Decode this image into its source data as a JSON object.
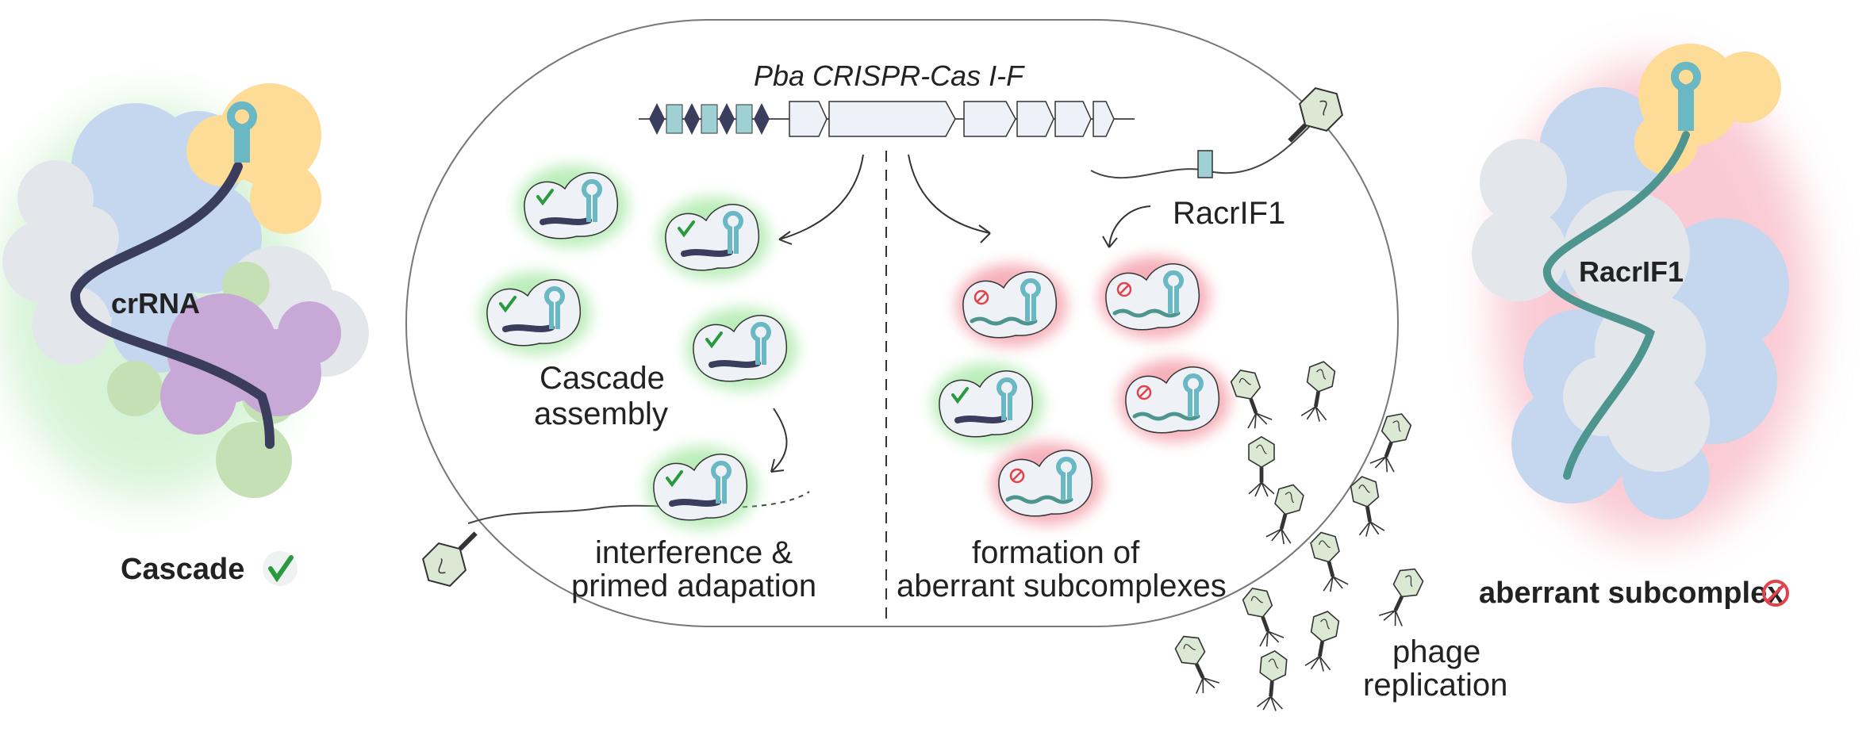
{
  "operon": {
    "title": "Pba CRISPR-Cas I-F"
  },
  "labels": {
    "racr_gene": "RacrIF1",
    "cascade_assembly": [
      "Cascade",
      "assembly"
    ],
    "interference": [
      "interference &",
      "primed adapation"
    ],
    "aberrant_formation": [
      "formation of",
      "aberrant subcomplexes"
    ],
    "phage_replication": [
      "phage",
      "replication"
    ]
  },
  "left_complex": {
    "rna_label": "crRNA",
    "caption": "Cascade"
  },
  "right_complex": {
    "protein_label": "RacrIF1",
    "caption": "aberrant subcomplex"
  },
  "colors": {
    "cas_blue": "#c4d7ef",
    "cas_grey": "#e3e7ec",
    "cas_yellow": "#fddc97",
    "cas_purple": "#c8a8d6",
    "cas_green": "#c6e0b6",
    "crRNA_dark": "#3b3d5c",
    "crRNA_teal": "#4e9590",
    "hairpin": "#6bb8c5",
    "check_green": "#2a9a3f",
    "forbid_red": "#e2424a",
    "glow_green": "#8ee28e",
    "glow_red": "#f07c8c"
  },
  "icons": [
    "check-icon",
    "prohibited-icon",
    "phage-icon"
  ]
}
